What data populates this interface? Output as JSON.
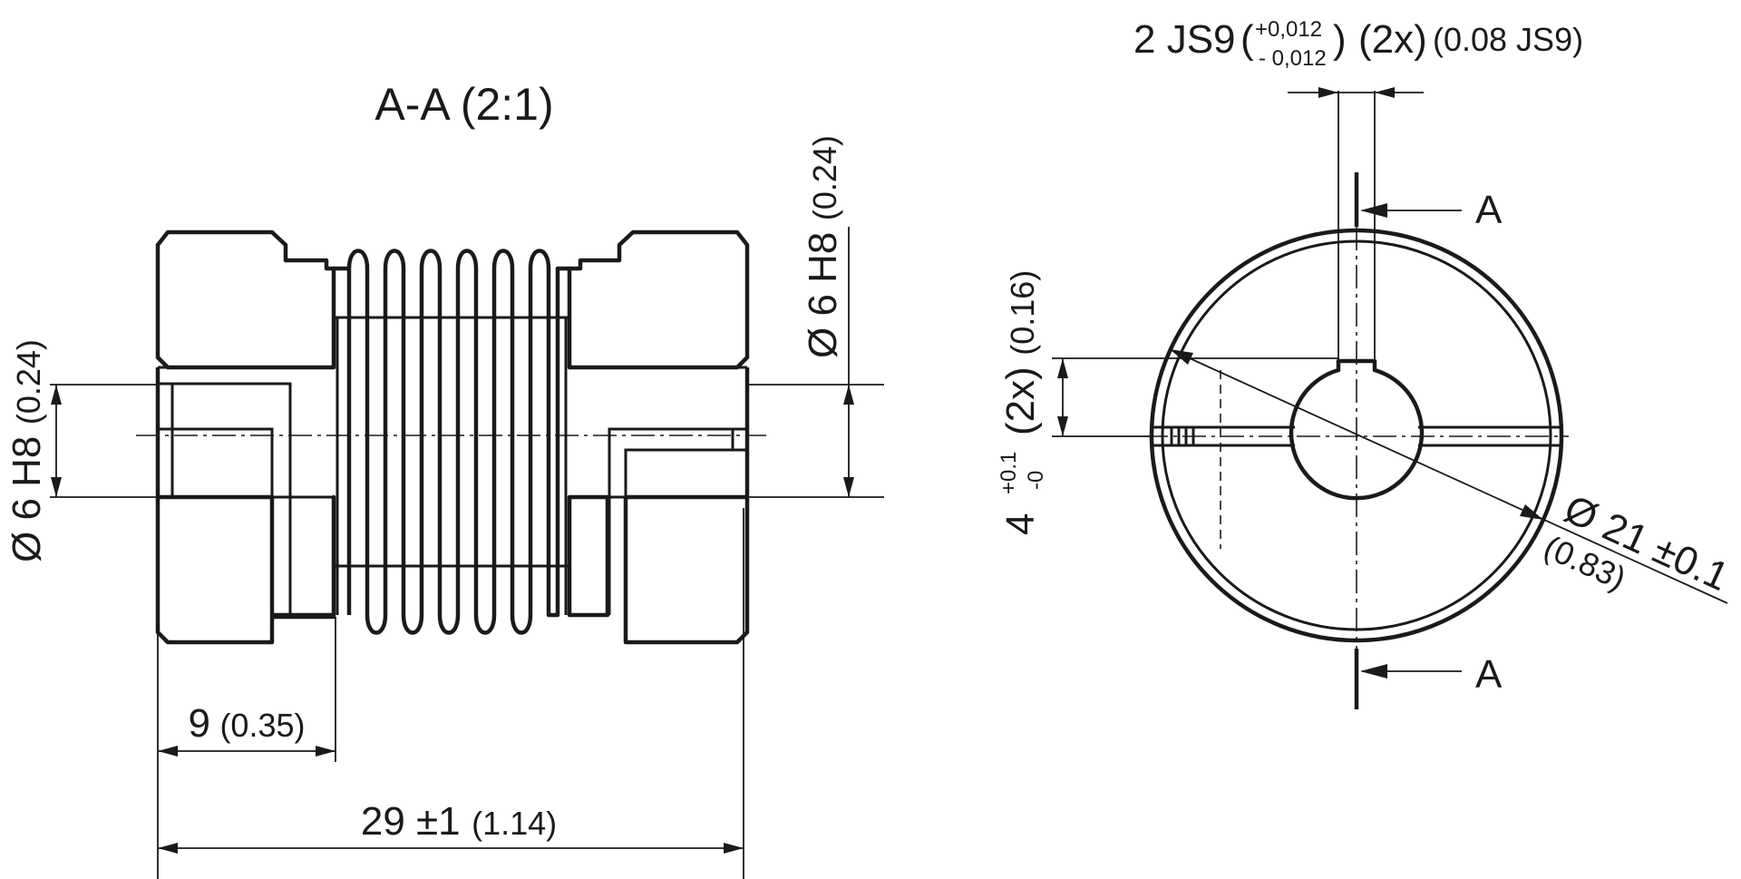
{
  "section_view": {
    "title": "A-A (2:1)",
    "left_bore": {
      "main": "Ø 6 H8",
      "paren": "(0.24)"
    },
    "right_bore": {
      "main": "Ø 6 H8",
      "paren": "(0.24)"
    },
    "hub_length": {
      "main": "9",
      "paren": "(0.35)"
    },
    "overall_length": {
      "main": "29 ±1",
      "paren": "(1.14)"
    }
  },
  "end_view": {
    "keyway_width": {
      "main": "2 JS9",
      "tol_upper": "+0,012",
      "tol_lower": "- 0,012",
      "count": "(2x)",
      "paren": "(0.08 JS9)"
    },
    "keyway_depth": {
      "main": "4",
      "tol_upper": "+0.1",
      "tol_lower": "-0",
      "count": "(2x)",
      "paren": "(0.16)"
    },
    "outer_diameter": {
      "main": "Ø 21 ±0.1",
      "paren": "(0.83)"
    },
    "section_marker_top": "A",
    "section_marker_bottom": "A"
  }
}
